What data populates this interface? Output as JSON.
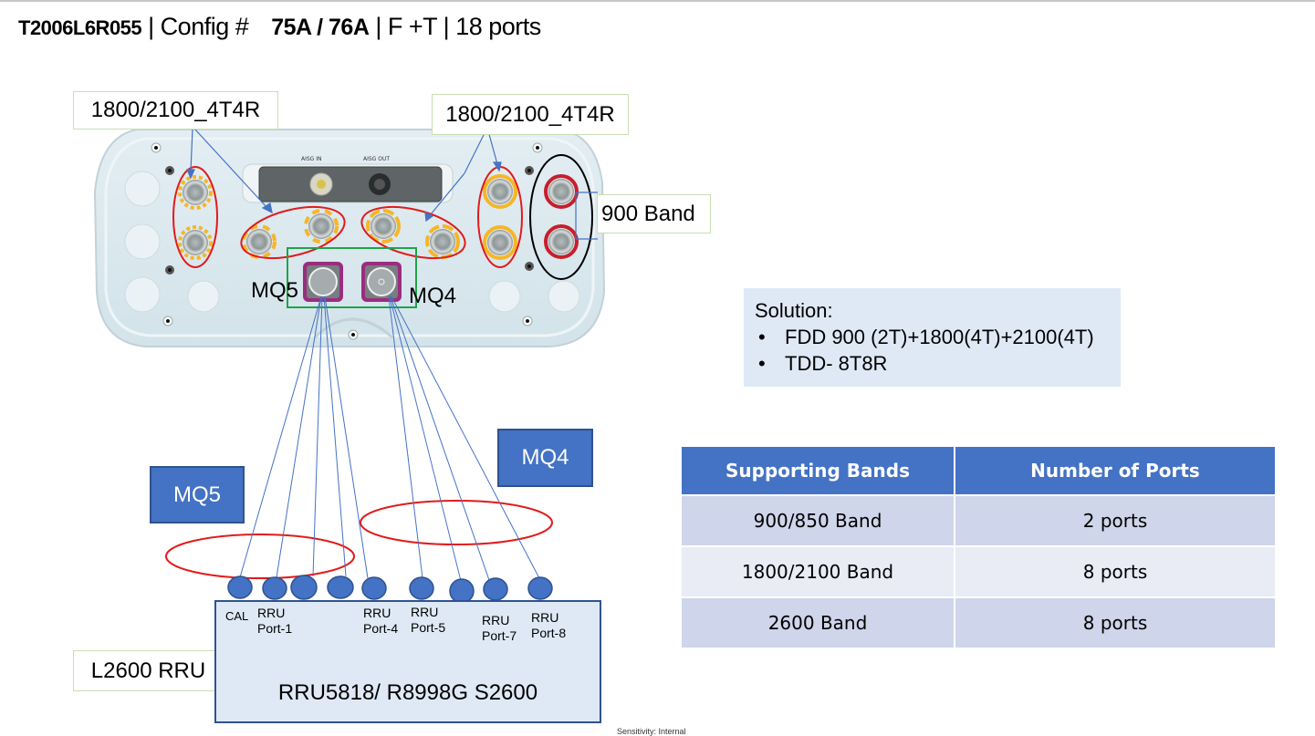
{
  "title": {
    "code": "T2006L6R055",
    "sep1": " | Config # ",
    "config": "75A / 76A",
    "rest": "  | F +T | 18 ports"
  },
  "callouts": {
    "left_band": "1800/2100_4T4R",
    "right_band": "1800/2100_4T4R",
    "band_900": "900 Band",
    "rru_name_label": "L2600 RRU"
  },
  "antenna": {
    "mq5_label": "MQ5",
    "mq4_label": "MQ4",
    "connector_colors": {
      "band_1800_2100": "#f6b626",
      "band_900": "#c81e2b",
      "mq_connector": "#9b2d7f"
    },
    "highlight_colors": {
      "red_ring": "#e11b1b",
      "black_ring": "#000000",
      "green_box": "#1fa34a"
    }
  },
  "solution": {
    "heading": "Solution:",
    "items": [
      "FDD 900 (2T)+1800(4T)+2100(4T)",
      "TDD- 8T8R"
    ]
  },
  "mq_boxes": {
    "mq5": "MQ5",
    "mq4": "MQ4"
  },
  "rru": {
    "model": "RRU5818/ R8998G S2600",
    "port_labels": [
      {
        "line1": "CAL",
        "line2": ""
      },
      {
        "line1": "RRU",
        "line2": "Port-1"
      },
      {
        "line1": "RRU",
        "line2": "Port-4"
      },
      {
        "line1": "RRU",
        "line2": "Port-5"
      },
      {
        "line1": "RRU",
        "line2": "Port-7"
      },
      {
        "line1": "RRU",
        "line2": "Port-8"
      }
    ],
    "port_count": 9
  },
  "table": {
    "headers": [
      "Supporting Bands",
      "Number of Ports"
    ],
    "rows": [
      [
        "900/850 Band",
        "2 ports"
      ],
      [
        "1800/2100 Band",
        "8 ports"
      ],
      [
        "2600 Band",
        "8 ports"
      ]
    ]
  },
  "colors": {
    "accent_blue": "#4472c4",
    "light_blue_panel": "#dee9f5",
    "line_blue": "#4472c4"
  },
  "footer": "Sensitivity: Internal"
}
